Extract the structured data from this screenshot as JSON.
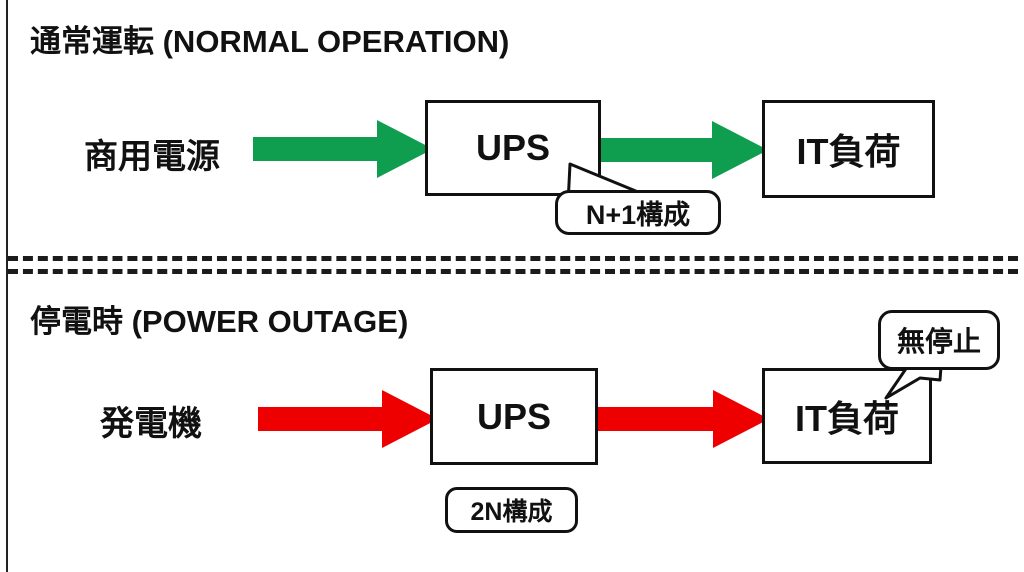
{
  "diagram": {
    "title_normal": "通常運転 (NORMAL OPERATION)",
    "title_outage": "停電時 (POWER OUTAGE)",
    "colors": {
      "arrow_normal": "#0f9e4f",
      "arrow_outage": "#ee0000",
      "stroke": "#111111",
      "background": "#ffffff"
    },
    "normal_row": {
      "source_label": "商用電源",
      "ups_label": "UPS",
      "load_label": "IT負荷",
      "callout_label": "N+1構成",
      "arrow_color": "#0f9e4f"
    },
    "outage_row": {
      "source_label": "発電機",
      "ups_label": "UPS",
      "load_label": "IT負荷",
      "callout_label": "無停止",
      "badge_label": "2N構成",
      "arrow_color": "#ee0000"
    }
  }
}
